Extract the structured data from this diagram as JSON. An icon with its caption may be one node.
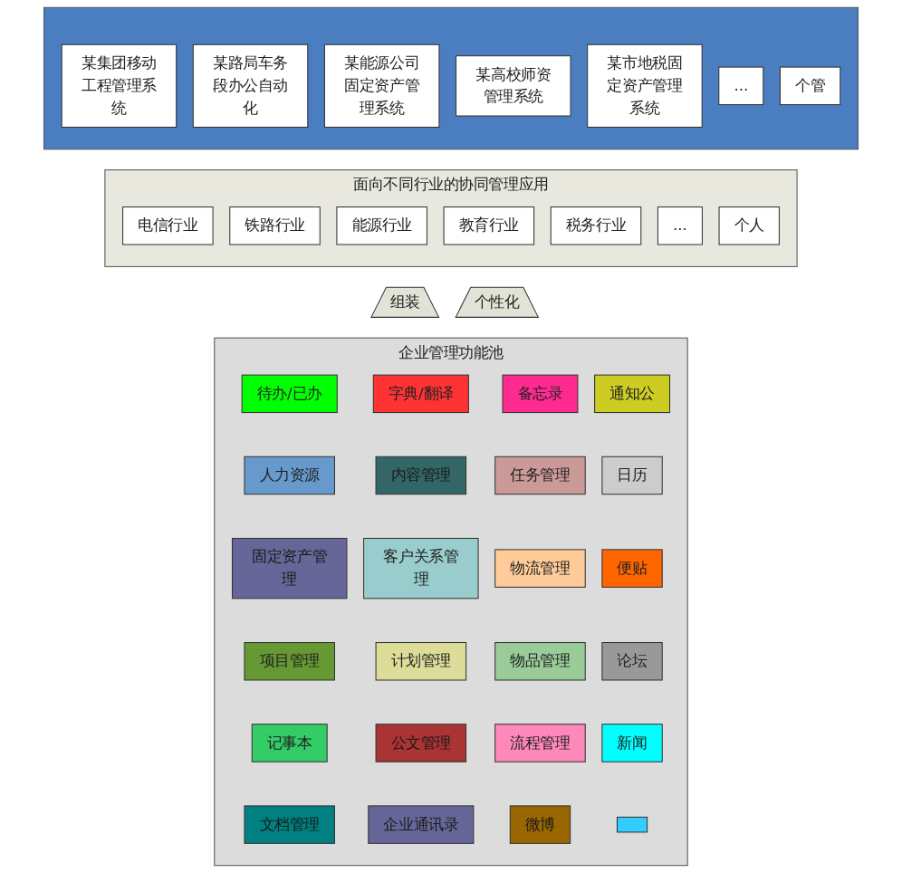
{
  "diagram": {
    "nodes": [
      {
        "text": [],
        "shape": "box"
      },
      {
        "text": [
          "某集团移动工程管理系统"
        ],
        "in": 0
      },
      {
        "text": [
          "某路局车务段办公自动化"
        ],
        "in": 0
      },
      {
        "text": [
          "某能源公司固定资产管理系统"
        ],
        "in": 0
      },
      {
        "text": [
          "某高校师资管理系统"
        ],
        "in": 0
      },
      {
        "text": [
          "某市地税固定资产管理系统"
        ],
        "in": 0
      },
      {
        "text": [
          "..."
        ],
        "in": 0
      },
      {
        "text": [
          "个管"
        ],
        "in": 0
      },
      {
        "text": [
          "面向不同行业的协同管理应用"
        ]
      },
      {
        "text": [
          "电信行业"
        ],
        "in": 8
      },
      {
        "text": [
          "铁路行业"
        ],
        "in": 8
      },
      {
        "text": [
          "能源行业"
        ],
        "in": 8
      },
      {
        "text": [
          "教育行业"
        ],
        "in": 8
      },
      {
        "text": [
          "税务行业"
        ],
        "in": 8
      },
      {
        "text": [
          "..."
        ],
        "in": 8
      },
      {
        "text": [
          "个人"
        ],
        "in": 8
      },
      {
        "text": [
          "组装"
        ]
      },
      {
        "text": [
          "个性化"
        ]
      },
      {
        "text": [
          "企业管理功能池"
        ]
      },
      {
        "text": [
          "待办/已办"
        ],
        "in": 18
      },
      {
        "text": [
          "字典/翻译"
        ],
        "in": 18
      },
      {
        "text": [
          "备忘录"
        ],
        "in": 18
      },
      {
        "text": [
          "通知公"
        ],
        "in": 18
      },
      {
        "text": [
          "人力资源"
        ],
        "in": 18
      },
      {
        "text": [
          "内容管理"
        ],
        "in": 18
      },
      {
        "text": [
          "任务管理"
        ],
        "in": 18
      },
      {
        "text": [
          "日历"
        ],
        "in": 18
      },
      {
        "text": [
          "固定资产管理"
        ],
        "in": 18
      },
      {
        "text": [
          "客户关系管理"
        ],
        "in": 18
      },
      {
        "text": [
          "物流管理"
        ],
        "in": 18
      },
      {
        "text": [
          "便贴"
        ],
        "in": 18
      },
      {
        "text": [
          "项目管理"
        ],
        "in": 18
      },
      {
        "text": [
          "计划管理"
        ],
        "in": 18
      },
      {
        "text": [
          "物品管理"
        ],
        "in": 18
      },
      {
        "text": [
          "论坛"
        ],
        "in": 18
      },
      {
        "text": [
          "记事本"
        ],
        "in": 18
      },
      {
        "text": [
          "公文管理"
        ],
        "in": 18
      },
      {
        "text": [
          "流程管理"
        ],
        "in": 18
      },
      {
        "text": [
          "新闻"
        ],
        "in": 18
      },
      {
        "text": [
          "文档管理"
        ],
        "in": 18
      },
      {
        "text": [
          "企业通讯录"
        ],
        "in": 18
      },
      {
        "text": [
          "微博"
        ],
        "in": 18
      },
      {
        "text": [],
        "shape": "box",
        "in": 18
      }
    ]
  }
}
